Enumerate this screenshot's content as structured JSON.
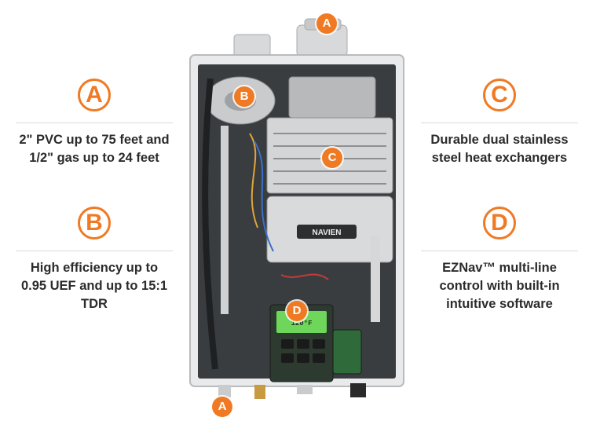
{
  "features": [
    {
      "letter": "A",
      "text": "2\" PVC up to 75 feet and\n1/2\" gas up to 24 feet"
    },
    {
      "letter": "B",
      "text": "High efficiency up to\n0.95 UEF and up to 15:1\nTDR"
    },
    {
      "letter": "C",
      "text": "Durable dual stainless\nsteel heat exchangers"
    },
    {
      "letter": "D",
      "text": "EZNav™ multi-line\ncontrol with built-in\nintuitive software"
    }
  ],
  "product": {
    "brand_label": "NAVIEN",
    "display_text": "120°F"
  },
  "callouts": [
    "A",
    "B",
    "C",
    "D",
    "A"
  ],
  "colors": {
    "accent": "#f07a24",
    "text": "#2b2b2b",
    "unit_frame": "#e9eaeb",
    "unit_interior": "#3a3d40",
    "display_green": "#6ed65a"
  }
}
